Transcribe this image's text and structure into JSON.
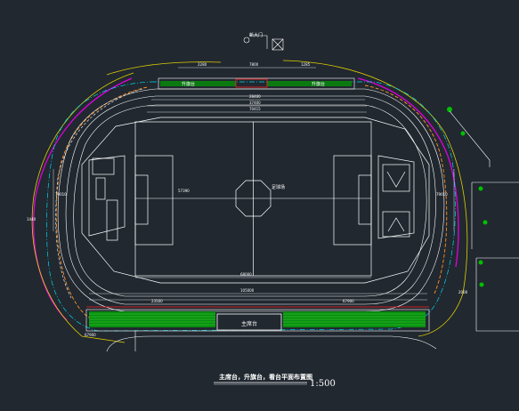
{
  "drawing": {
    "title": "主席台，升旗台，看台平面布置图",
    "scale": "1:500",
    "gate_label": "新大门",
    "main_stand_label": "主席台",
    "field_label": "足球场",
    "flag_stand_label": "升旗台"
  },
  "dimensions": {
    "top_1": "2280",
    "top_2": "7800",
    "top_3": "1285",
    "top_inner_1": "28400",
    "top_inner_2": "37400",
    "top_inner_3": "70415",
    "side_left": "79010",
    "side_right": "79010",
    "bottom_1": "67900",
    "bottom_2": "1440",
    "bottom_3": "2000",
    "field_width": "68000",
    "field_length": "105000",
    "stand_length": "57390",
    "bottom_seg_1": "23500",
    "bottom_seg_2": "67900"
  },
  "colors": {
    "background": "#212830",
    "white": "#ffffff",
    "yellow": "#f0f000",
    "cyan": "#00d8e8",
    "green": "#00c000",
    "magenta": "#e000e0",
    "red": "#ff2020",
    "orange": "#ff9020"
  }
}
